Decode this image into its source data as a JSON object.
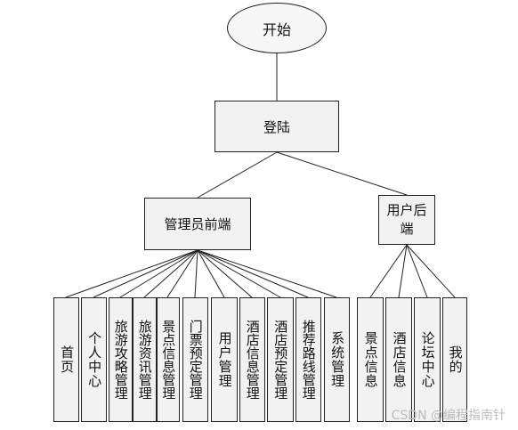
{
  "nodes": {
    "start": "开始",
    "login": "登陆",
    "admin": "管理员前端",
    "user": "用户后端",
    "admin_children": [
      "首页",
      "个人中心",
      "旅游攻略管理",
      "旅游资讯管理",
      "景点信息管理",
      "门票预定管理",
      "用户管理",
      "酒店信息管理",
      "酒店预定管理",
      "推荐路线管理",
      "系统管理"
    ],
    "user_children": [
      "景点信息",
      "酒店信息",
      "论坛中心",
      "我的"
    ]
  },
  "watermark": "CSDN @编程指南针"
}
